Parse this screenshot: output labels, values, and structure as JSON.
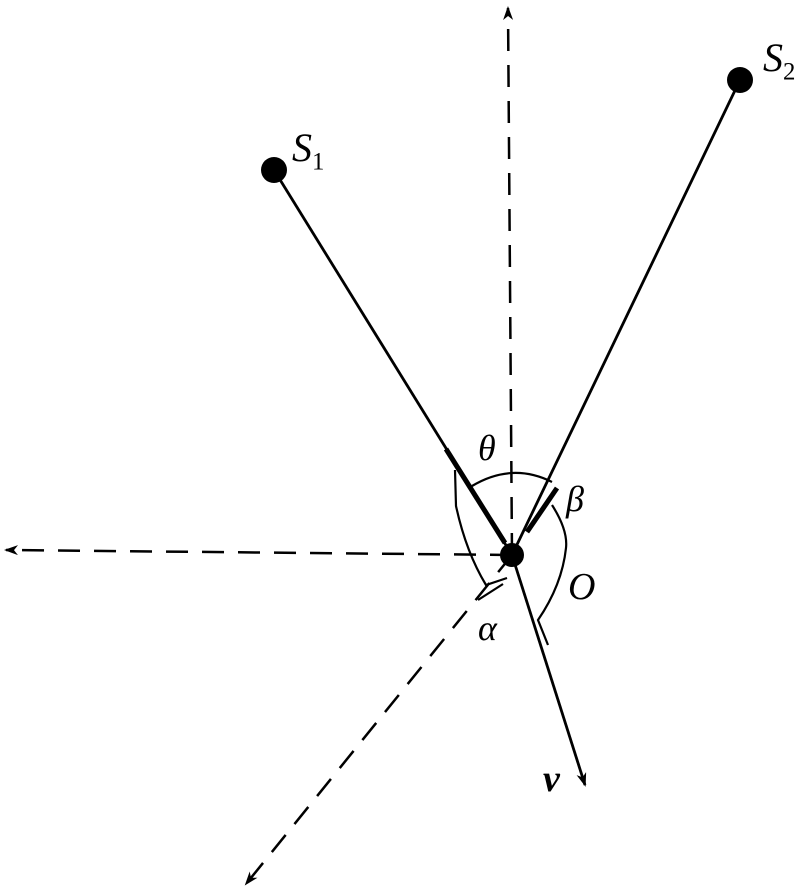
{
  "labels": {
    "s1_main": "S",
    "s1_sub": "1",
    "s2_main": "S",
    "s2_sub": "2",
    "theta": "θ",
    "beta": "β",
    "origin": "O",
    "alpha": "α",
    "velocity": "v"
  },
  "colors": {
    "ink": "#000000",
    "background": "#ffffff"
  }
}
